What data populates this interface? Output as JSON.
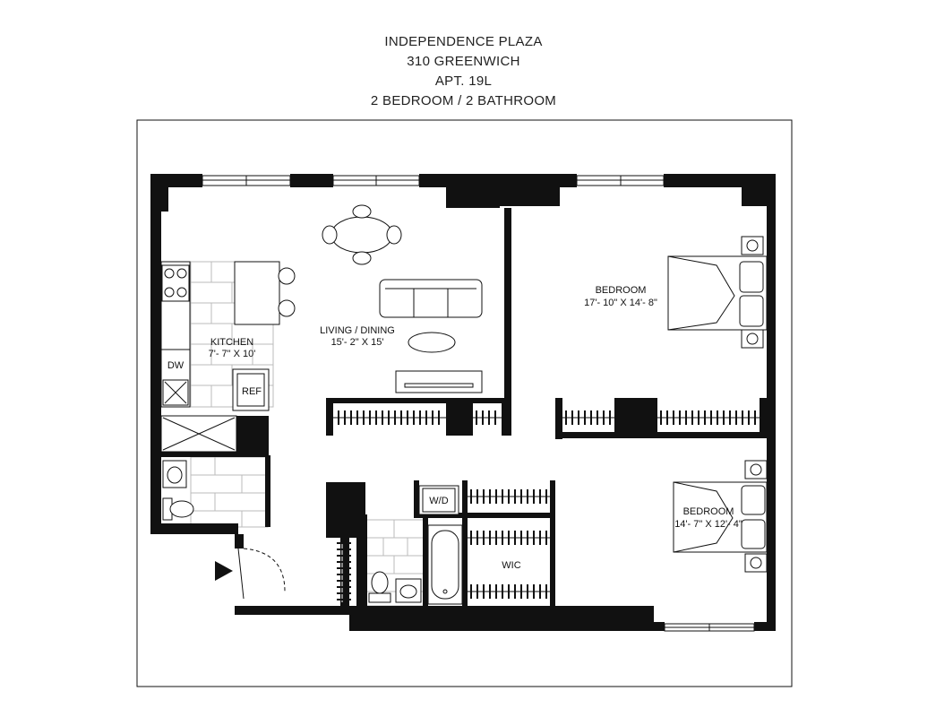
{
  "header": {
    "building": "INDEPENDENCE PLAZA",
    "address": "310 GREENWICH",
    "unit": "APT. 19L",
    "layout": "2 BEDROOM / 2 BATHROOM"
  },
  "rooms": {
    "kitchen": {
      "name": "KITCHEN",
      "dims": "7'- 7\" X 10'"
    },
    "living": {
      "name": "LIVING / DINING",
      "dims": "15'- 2\" X 15'"
    },
    "bedroom1": {
      "name": "BEDROOM",
      "dims": "17'- 10\" X 14'- 8\""
    },
    "bedroom2": {
      "name": "BEDROOM",
      "dims": "14'- 7\" X 12'- 4\""
    },
    "wic": {
      "name": "WIC"
    }
  },
  "fixtures": {
    "dishwasher": "DW",
    "refrigerator": "REF",
    "washer_dryer": "W/D"
  },
  "icons": [
    "entry-arrow-icon"
  ],
  "colors": {
    "wall": "#111111",
    "line": "#222222",
    "tile": "#bbbbbb"
  }
}
